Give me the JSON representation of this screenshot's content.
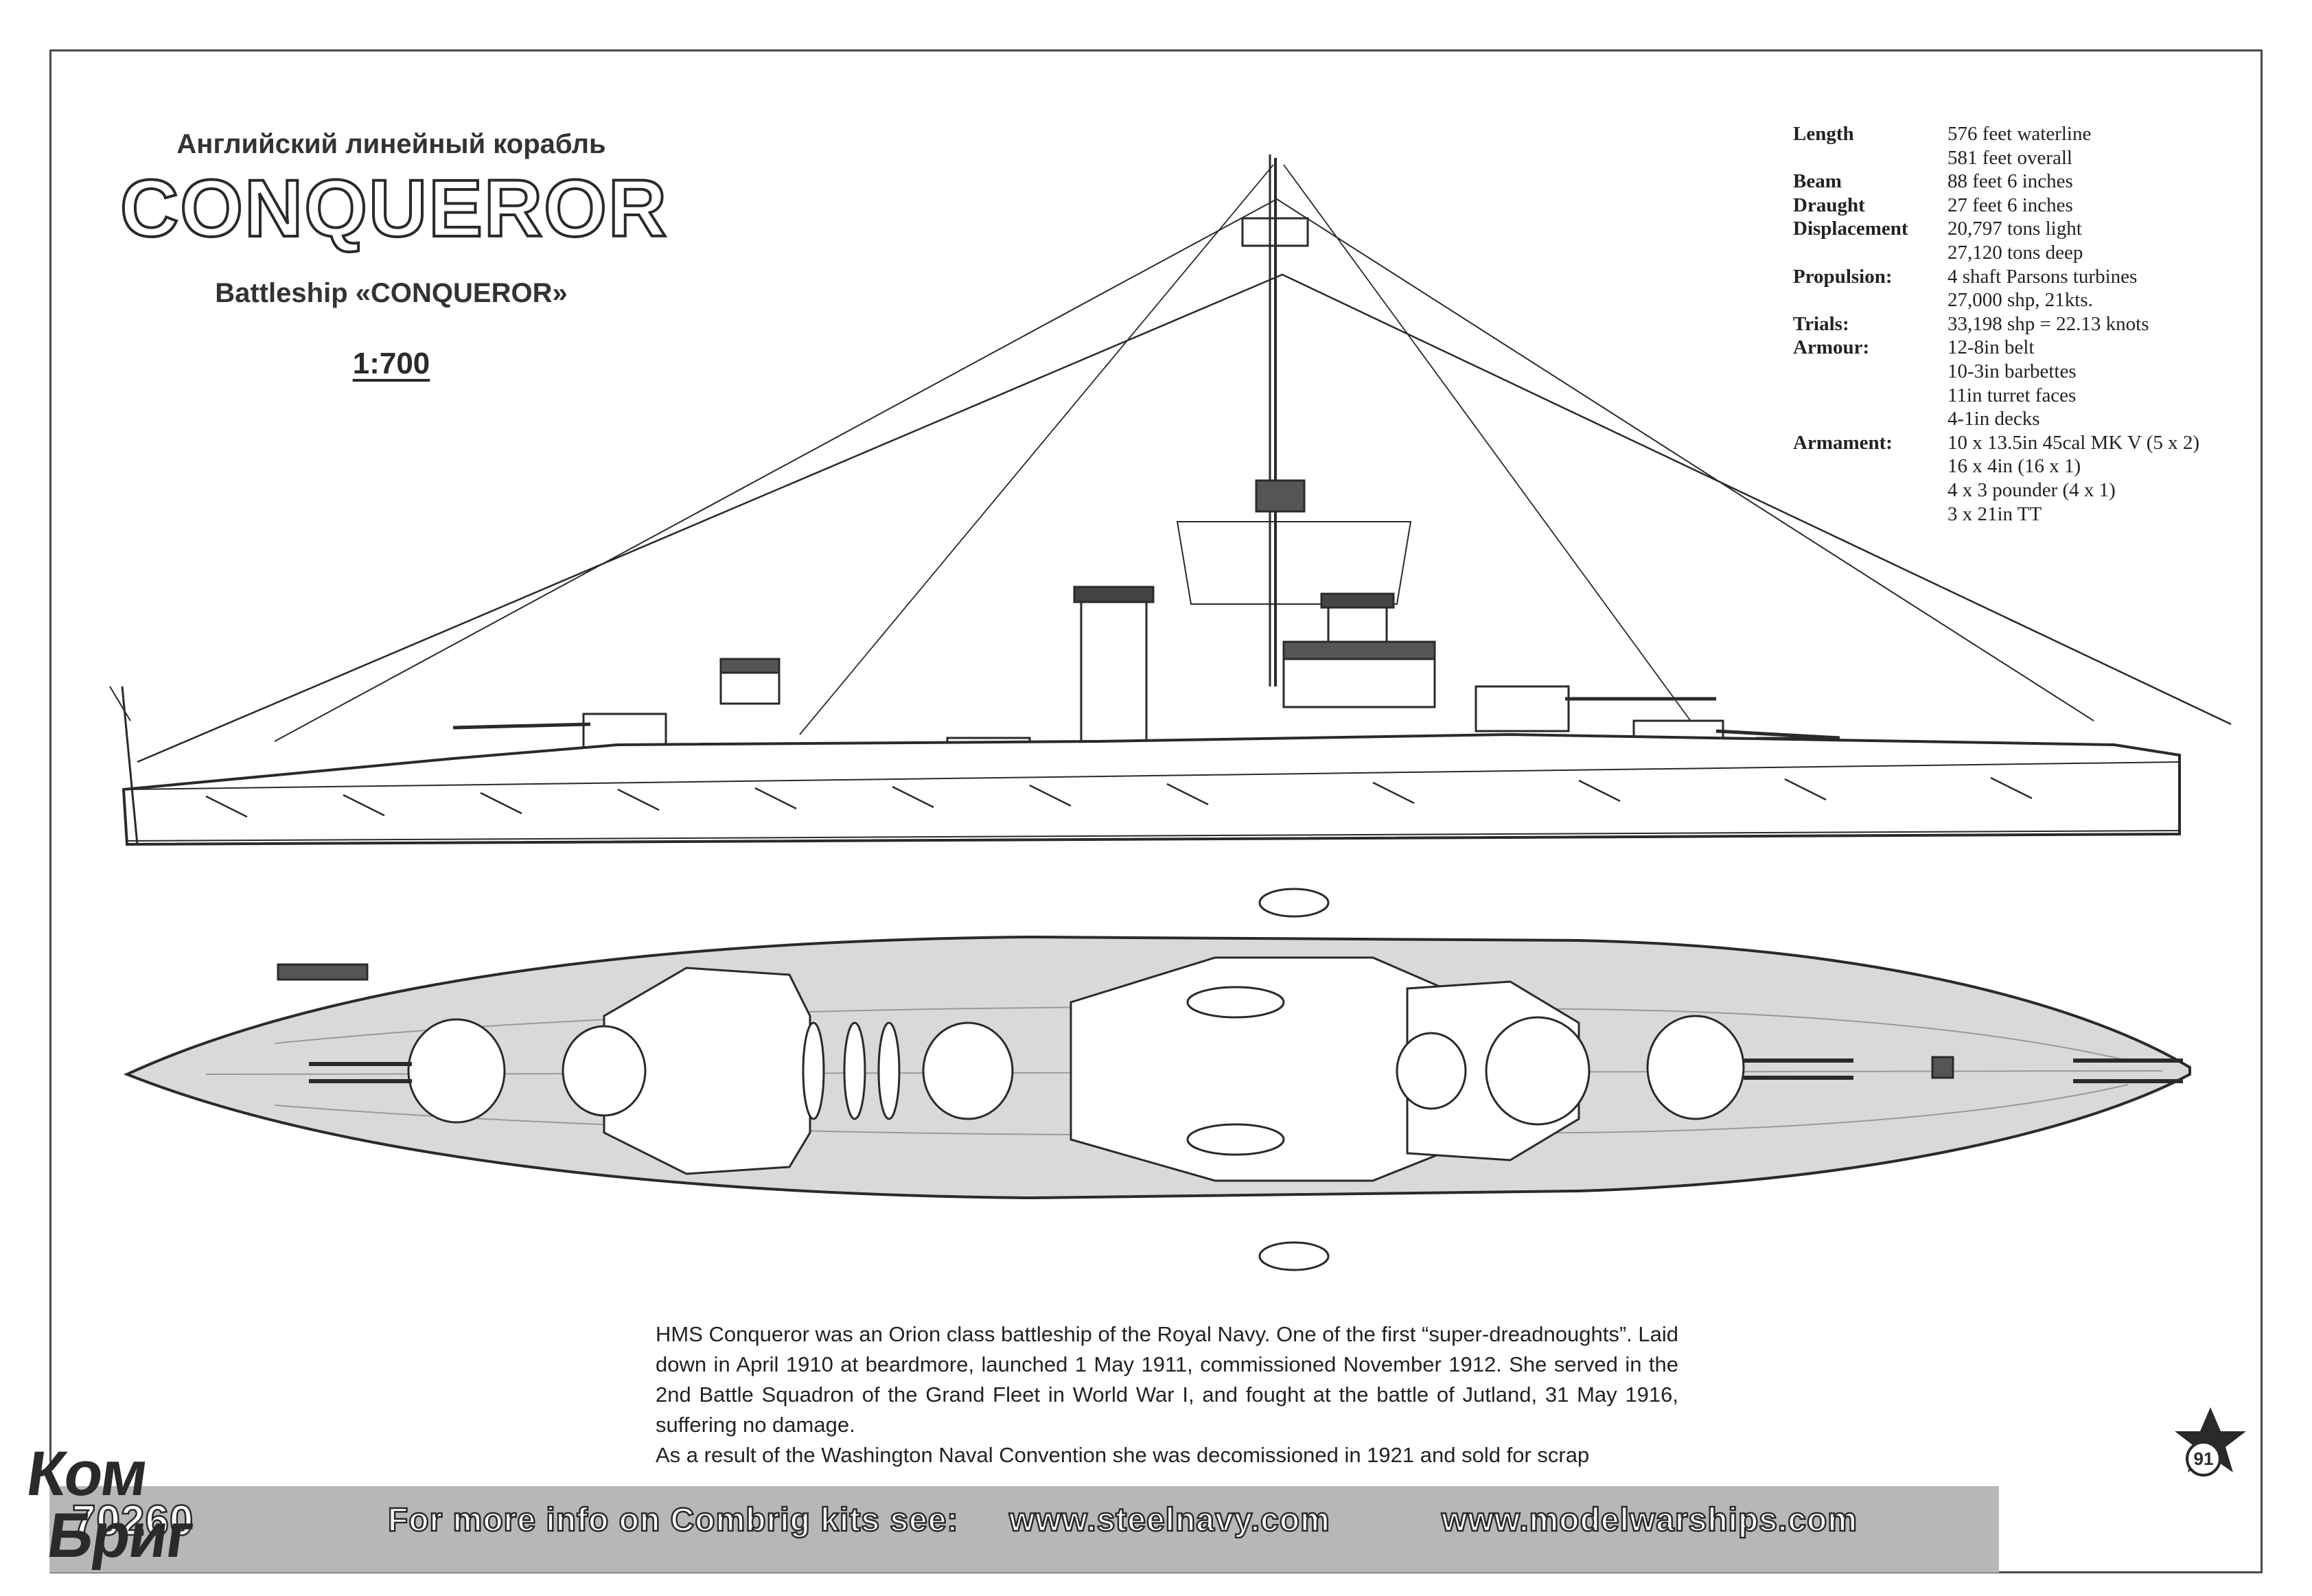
{
  "header": {
    "title_ru": "Английский линейный корабль",
    "title_main": "CONQUEROR",
    "title_en": "Battleship «CONQUEROR»",
    "scale": "1:700"
  },
  "specs": [
    {
      "label": "Length",
      "values": [
        "576 feet waterline",
        "581 feet overall"
      ]
    },
    {
      "label": "Beam",
      "values": [
        "88 feet 6 inches"
      ]
    },
    {
      "label": "Draught",
      "values": [
        "27 feet 6 inches"
      ]
    },
    {
      "label": "Displacement",
      "values": [
        "20,797 tons light",
        "27,120 tons deep"
      ]
    },
    {
      "label": "Propulsion:",
      "values": [
        "4 shaft Parsons turbines",
        "27,000 shp, 21kts."
      ]
    },
    {
      "label": "Trials:",
      "values": [
        "33,198 shp = 22.13 knots"
      ]
    },
    {
      "label": "Armour:",
      "values": [
        "12-8in belt",
        "10-3in barbettes",
        "11in turret faces",
        "4-1in decks"
      ]
    },
    {
      "label": "Armament:",
      "values": [
        "10 x 13.5in 45cal MK V (5 x 2)",
        "16 x 4in (16 x 1)",
        "4 x 3 pounder (4 x 1)",
        "3 x 21in TT"
      ]
    }
  ],
  "description": {
    "paragraph": "HMS Conqueror was an Orion class battleship of the Royal Navy. One of the first “super-dreadnoughts”. Laid down in April 1910 at beardmore, launched 1 May 1911, commissioned November 1912. She served in the 2nd Battle Squadron of the Grand Fleet in World War I, and fought at the battle of Jutland, 31 May 1916, suffering no damage.",
    "last_line": "As a result of the Washington Naval Convention she was decomissioned in 1921 and sold for scrap"
  },
  "footer": {
    "kit_number": "70260",
    "info_text": "For more info on Combrig kits see:",
    "url1": "www.steelnavy.com",
    "url2": "www.modelwarships.com"
  },
  "brand": {
    "line1": "Ком",
    "line2": "Бриг",
    "badge": "91"
  },
  "colors": {
    "ink": "#2a2a2a",
    "footer_band": "#b7b7b7",
    "paper": "#ffffff"
  }
}
